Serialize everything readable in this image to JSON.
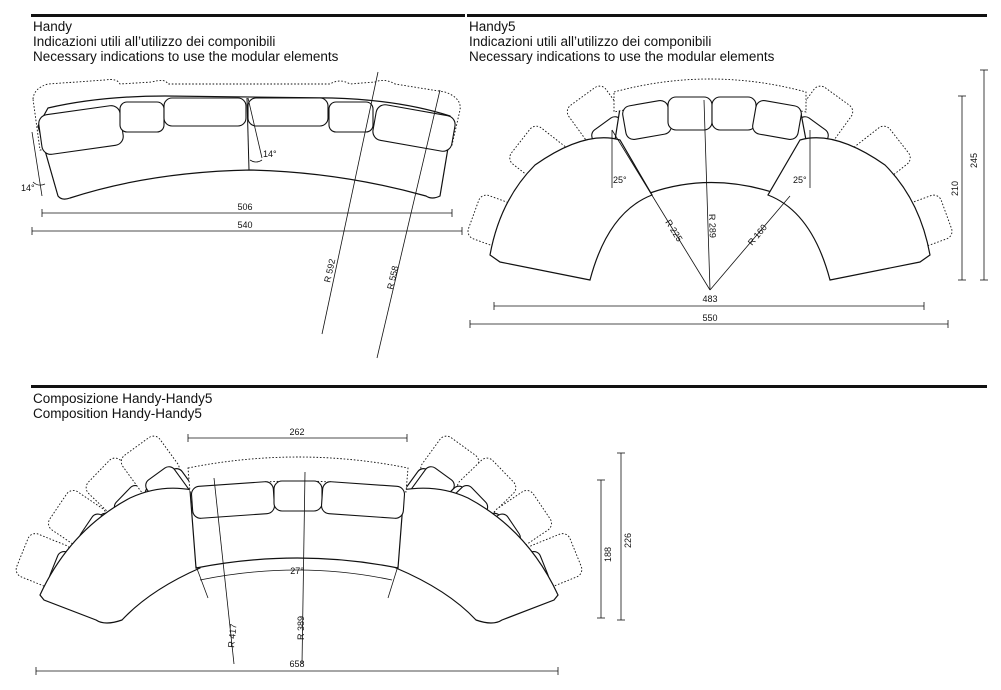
{
  "sections": {
    "handy": {
      "title": "Handy",
      "line_it": "Indicazioni utili all’utilizzo dei componibili",
      "line_en": "Necessary indications to use the modular elements",
      "dims": {
        "width_inner": "506",
        "width_outer": "540",
        "angle_left": "14°",
        "angle_center": "14°",
        "radius_outer": "R 592",
        "radius_inner": "R 558"
      }
    },
    "handy5": {
      "title": "Handy5",
      "line_it": "Indicazioni utili all’utilizzo dei componibili",
      "line_en": "Necessary indications to use the modular elements",
      "dims": {
        "width_inner": "483",
        "width_outer": "550",
        "depth_inner": "210",
        "depth_outer": "245",
        "angle_left": "25°",
        "angle_right": "25°",
        "radius_a": "R 225",
        "radius_b": "R 289",
        "radius_c": "R 160"
      }
    },
    "composition": {
      "title_it": "Composizione Handy-Handy5",
      "title_en": "Composition Handy-Handy5",
      "dims": {
        "top_width": "262",
        "angle_center": "27°",
        "radius_outer": "R 417",
        "radius_inner": "R 389",
        "total_width": "658",
        "depth_inner": "188",
        "depth_outer": "226"
      }
    }
  }
}
